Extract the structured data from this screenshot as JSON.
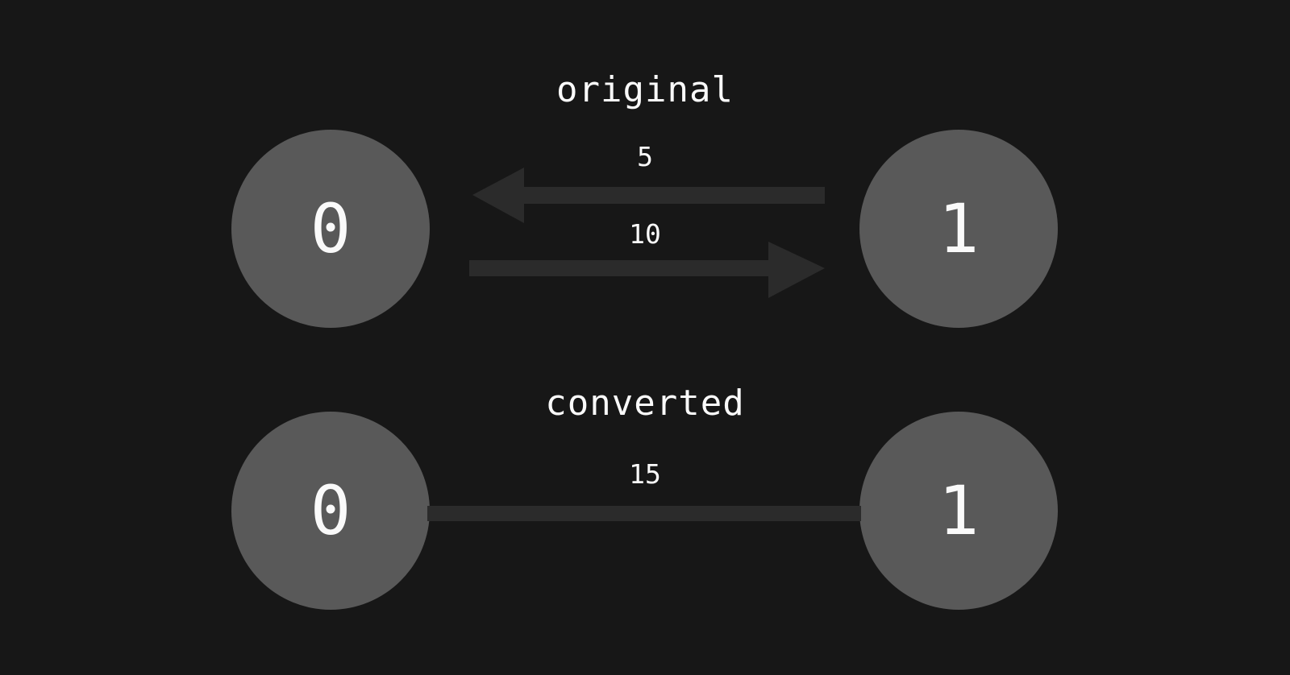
{
  "colors": {
    "background": "#171717",
    "node_fill": "#595959",
    "edge_fill": "#2b2b2b",
    "text": "#fafafa"
  },
  "original": {
    "title": "original",
    "type": "directed-graph",
    "nodes": [
      {
        "id": "0"
      },
      {
        "id": "1"
      }
    ],
    "edges": [
      {
        "from": "1",
        "to": "0",
        "weight": "5",
        "direction": "left"
      },
      {
        "from": "0",
        "to": "1",
        "weight": "10",
        "direction": "right"
      }
    ]
  },
  "converted": {
    "title": "converted",
    "type": "undirected-graph",
    "nodes": [
      {
        "id": "0"
      },
      {
        "id": "1"
      }
    ],
    "edges": [
      {
        "between": [
          "0",
          "1"
        ],
        "weight": "15",
        "direction": "none"
      }
    ]
  }
}
